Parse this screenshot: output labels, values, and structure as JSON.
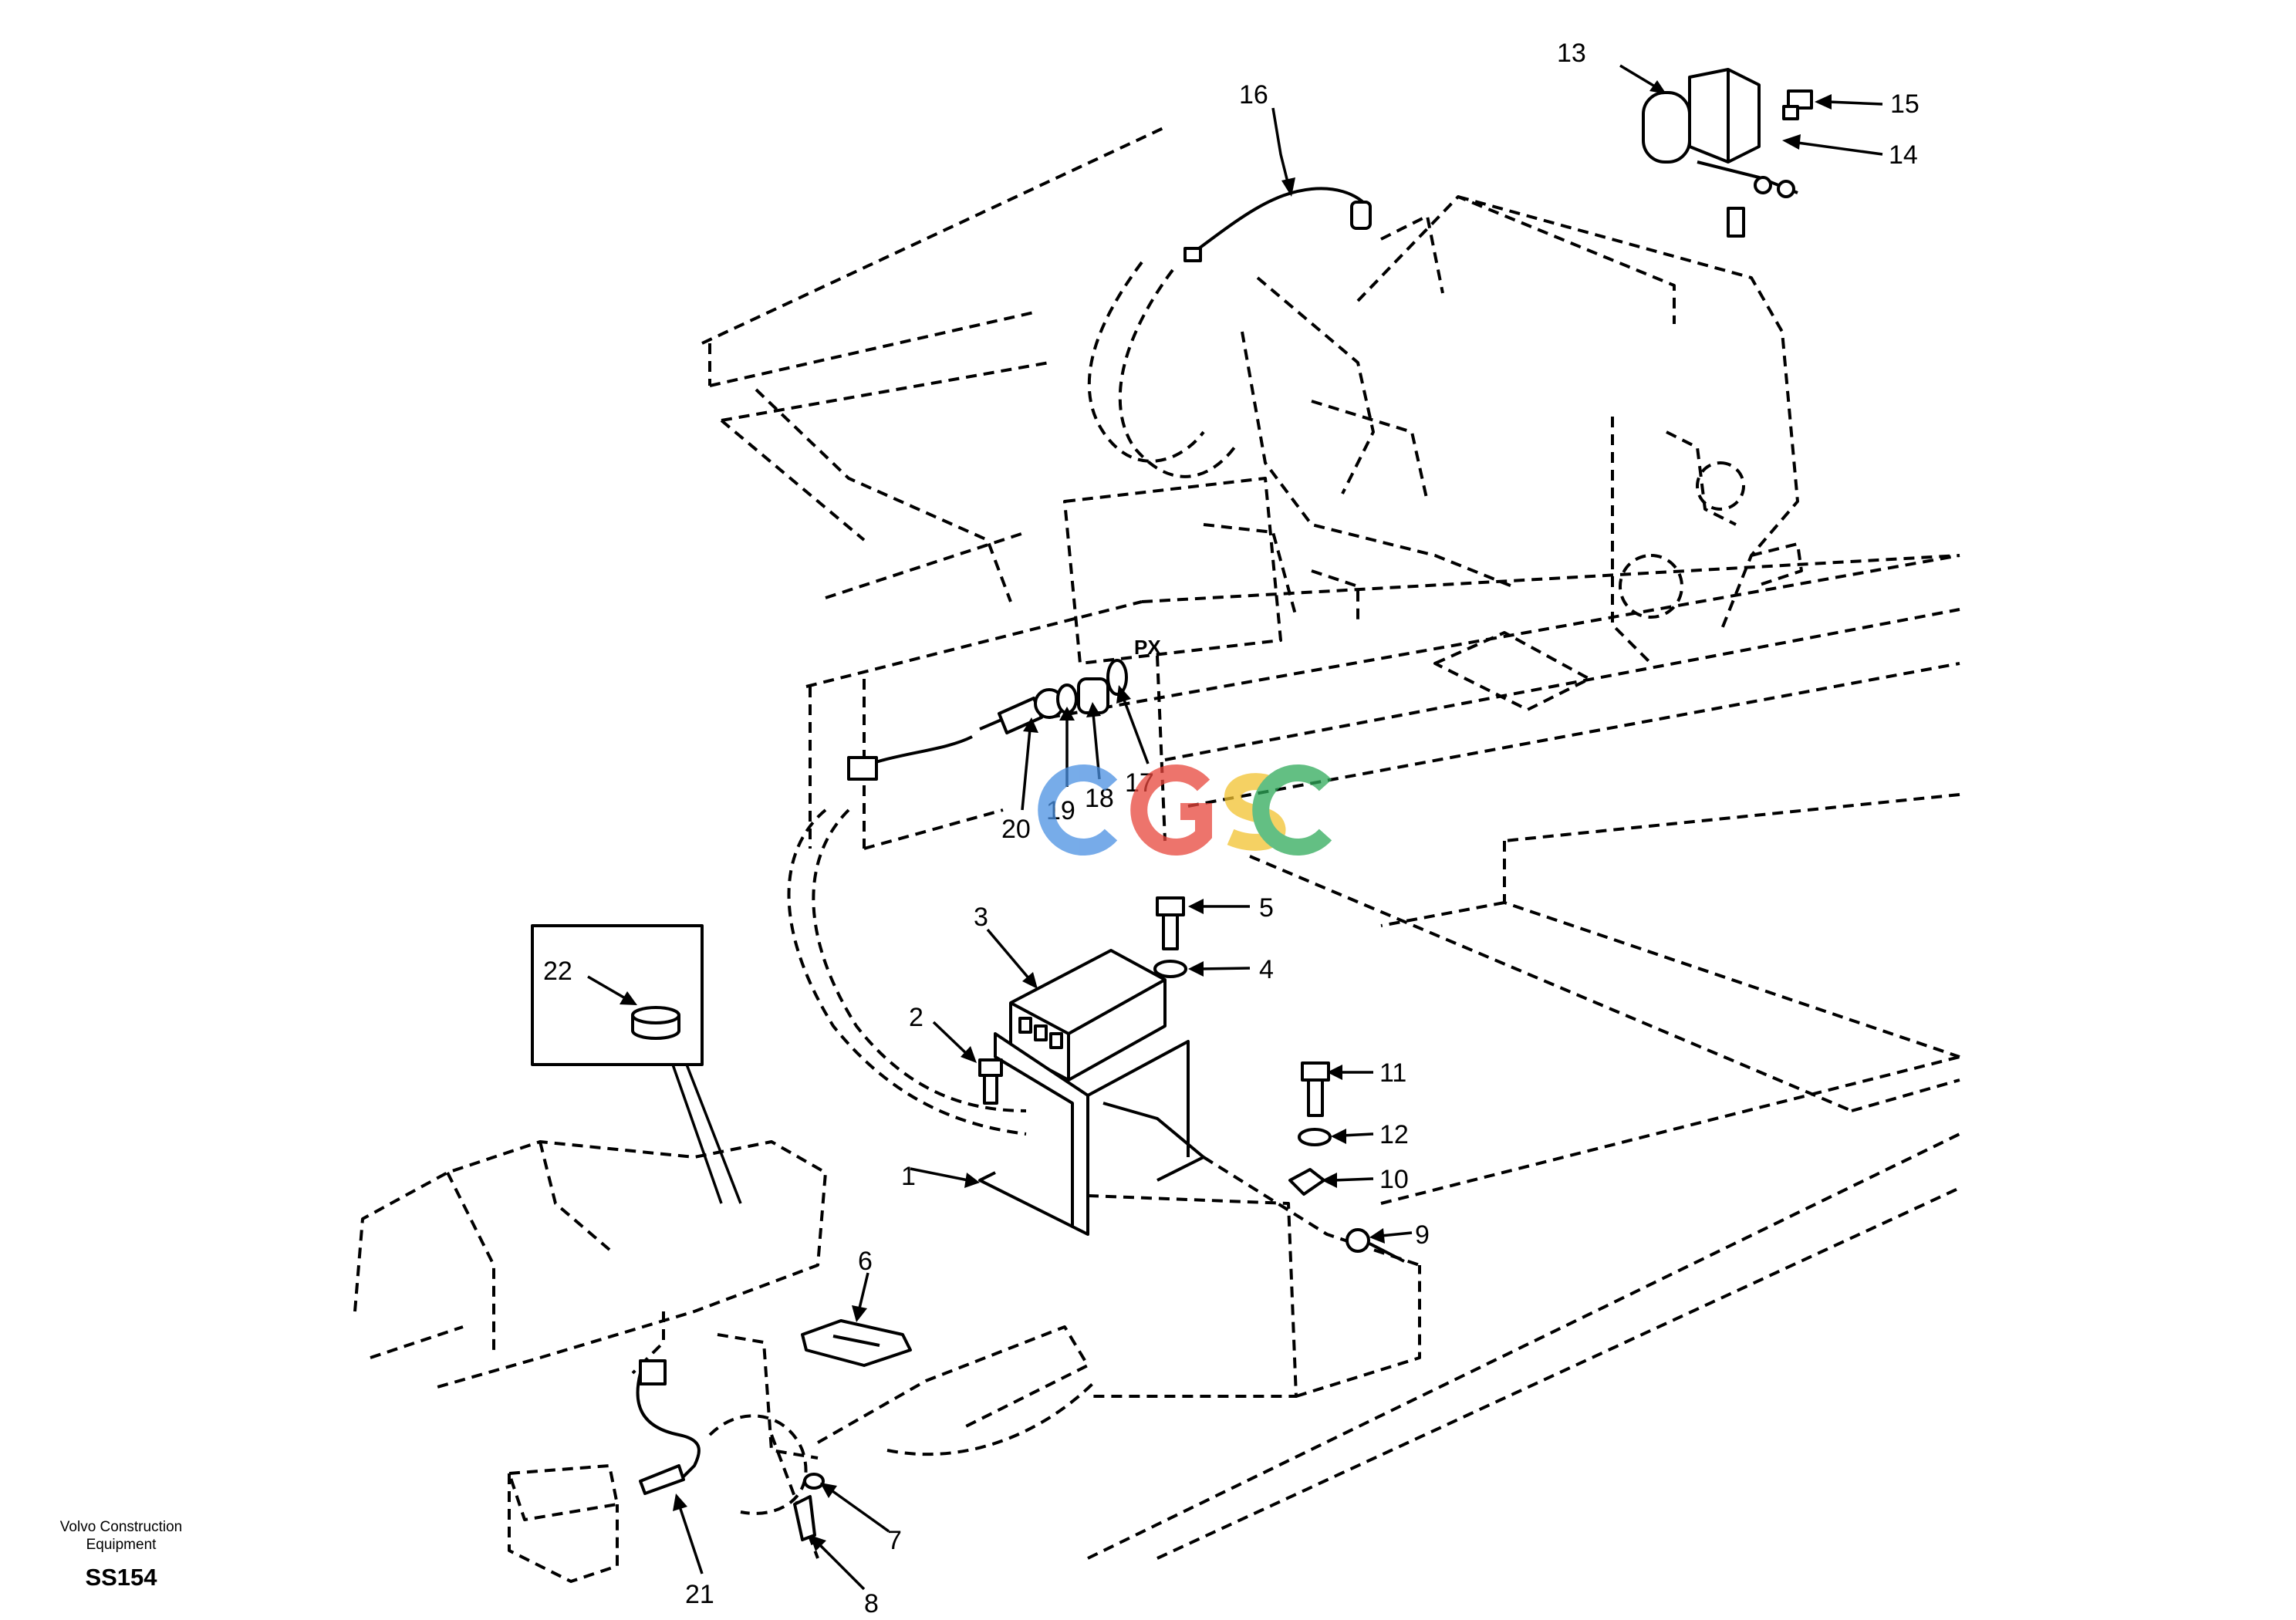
{
  "footer": {
    "company_line1": "Volvo Construction",
    "company_line2": "Equipment",
    "code": "SS154"
  },
  "labels": {
    "px": "PX"
  },
  "watermark": {
    "text": "CGSC",
    "colors": [
      "#4a90e2",
      "#e8463c",
      "#f2c230",
      "#2faa5a"
    ]
  },
  "callouts": {
    "c1": "1",
    "c2": "2",
    "c3": "3",
    "c4": "4",
    "c5": "5",
    "c6": "6",
    "c7": "7",
    "c8": "8",
    "c9": "9",
    "c10": "10",
    "c11": "11",
    "c12": "12",
    "c13": "13",
    "c14": "14",
    "c15": "15",
    "c16": "16",
    "c17": "17",
    "c18": "18",
    "c19": "19",
    "c20": "20",
    "c21": "21",
    "c22": "22"
  }
}
